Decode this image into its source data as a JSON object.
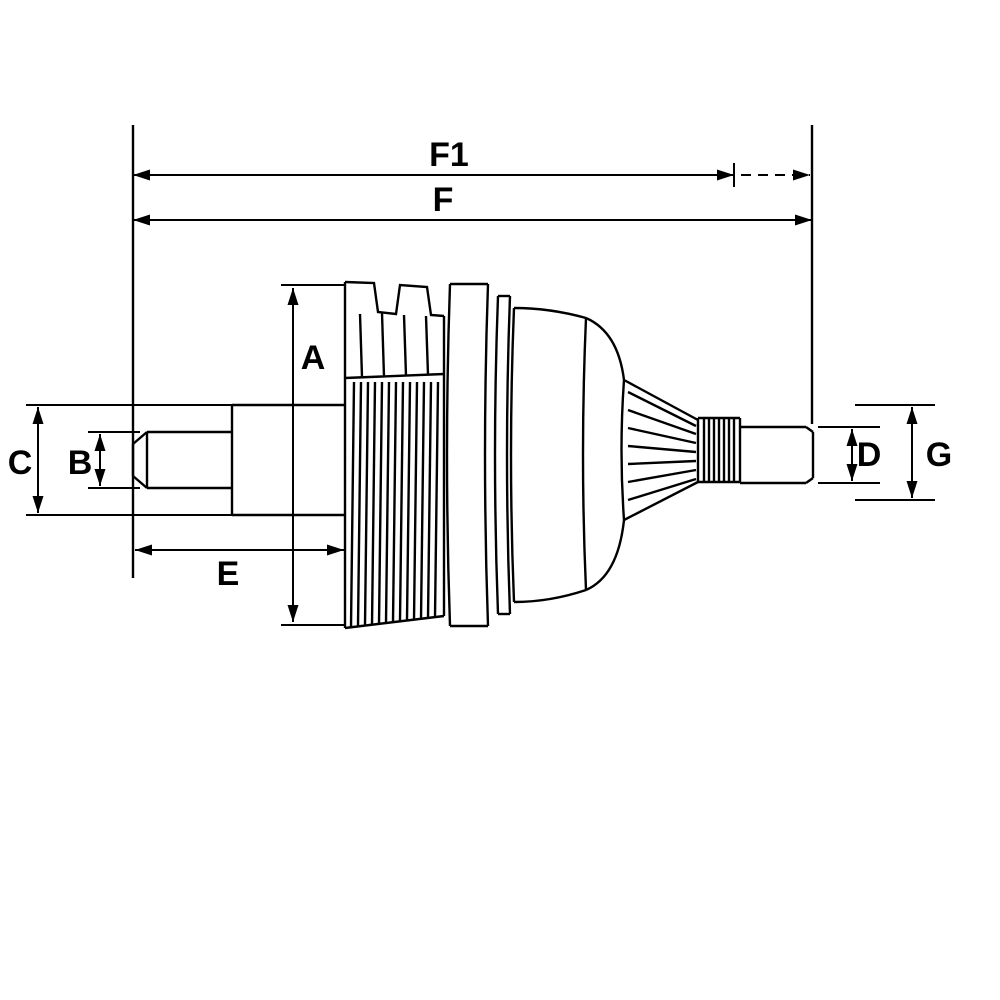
{
  "canvas": {
    "background_color": "#ffffff",
    "line_color": "#000000"
  },
  "dimension_labels": {
    "f1": "F1",
    "f": "F",
    "a": "A",
    "b": "B",
    "c": "C",
    "d": "D",
    "e": "E",
    "g": "G"
  }
}
